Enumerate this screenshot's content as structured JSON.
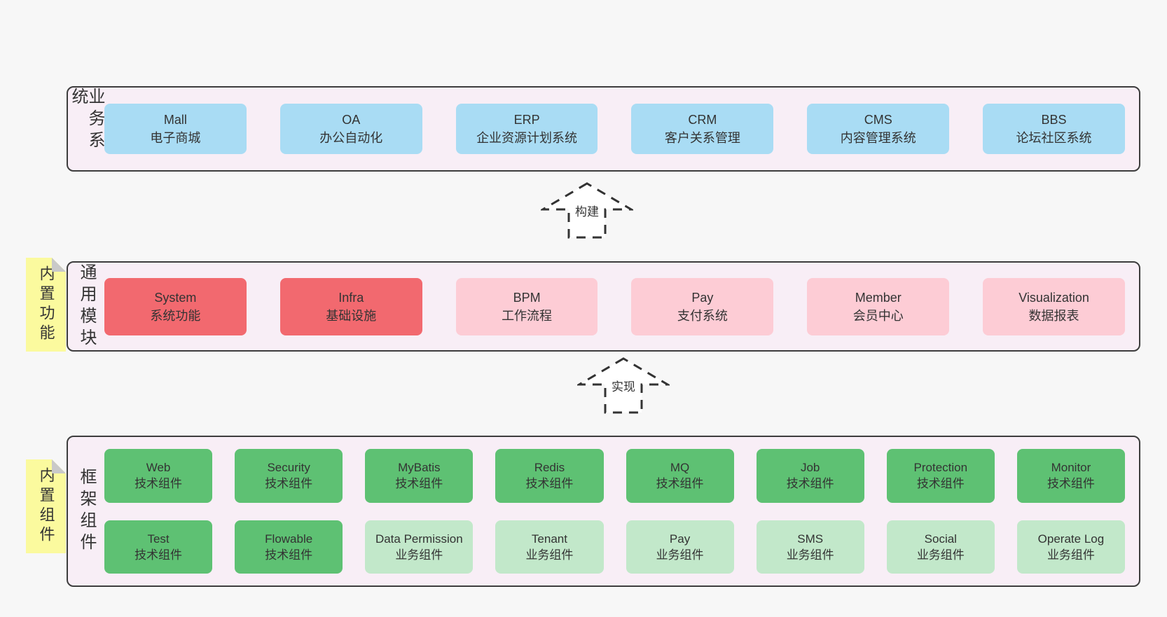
{
  "colors": {
    "page_bg": "#f7f7f7",
    "panel_bg": "#f8eef6",
    "panel_border": "#3d3d3d",
    "box_blue": "#a9dcf4",
    "box_red": "#f2696f",
    "box_pink": "#fdccd5",
    "box_green_dark": "#5ec173",
    "box_green_light": "#c2e8ca",
    "note_yellow": "#fbfa9e",
    "note_fold_gray": "#c9c9c9",
    "text": "#333333"
  },
  "arrows": [
    {
      "label": "构建"
    },
    {
      "label": "实现"
    }
  ],
  "panels": {
    "business": {
      "label": "业务系统",
      "boxes": [
        {
          "name": "Mall",
          "desc": "电子商城"
        },
        {
          "name": "OA",
          "desc": "办公自动化"
        },
        {
          "name": "ERP",
          "desc": "企业资源计划系统"
        },
        {
          "name": "CRM",
          "desc": "客户关系管理"
        },
        {
          "name": "CMS",
          "desc": "内容管理系统"
        },
        {
          "name": "BBS",
          "desc": "论坛社区系统"
        }
      ]
    },
    "modules": {
      "note": "内置功能",
      "label": "通用模块",
      "boxes": [
        {
          "name": "System",
          "desc": "系统功能"
        },
        {
          "name": "Infra",
          "desc": "基础设施"
        },
        {
          "name": "BPM",
          "desc": "工作流程"
        },
        {
          "name": "Pay",
          "desc": "支付系统"
        },
        {
          "name": "Member",
          "desc": "会员中心"
        },
        {
          "name": "Visualization",
          "desc": "数据报表"
        }
      ]
    },
    "components": {
      "note": "内置组件",
      "label": "框架组件",
      "row1": [
        {
          "name": "Web",
          "desc": "技术组件"
        },
        {
          "name": "Security",
          "desc": "技术组件"
        },
        {
          "name": "MyBatis",
          "desc": "技术组件"
        },
        {
          "name": "Redis",
          "desc": "技术组件"
        },
        {
          "name": "MQ",
          "desc": "技术组件"
        },
        {
          "name": "Job",
          "desc": "技术组件"
        },
        {
          "name": "Protection",
          "desc": "技术组件"
        },
        {
          "name": "Monitor",
          "desc": "技术组件"
        }
      ],
      "row2": [
        {
          "name": "Test",
          "desc": "技术组件"
        },
        {
          "name": "Flowable",
          "desc": "技术组件"
        },
        {
          "name": "Data Permission",
          "desc": "业务组件"
        },
        {
          "name": "Tenant",
          "desc": "业务组件"
        },
        {
          "name": "Pay",
          "desc": "业务组件"
        },
        {
          "name": "SMS",
          "desc": "业务组件"
        },
        {
          "name": "Social",
          "desc": "业务组件"
        },
        {
          "name": "Operate Log",
          "desc": "业务组件"
        }
      ]
    }
  }
}
